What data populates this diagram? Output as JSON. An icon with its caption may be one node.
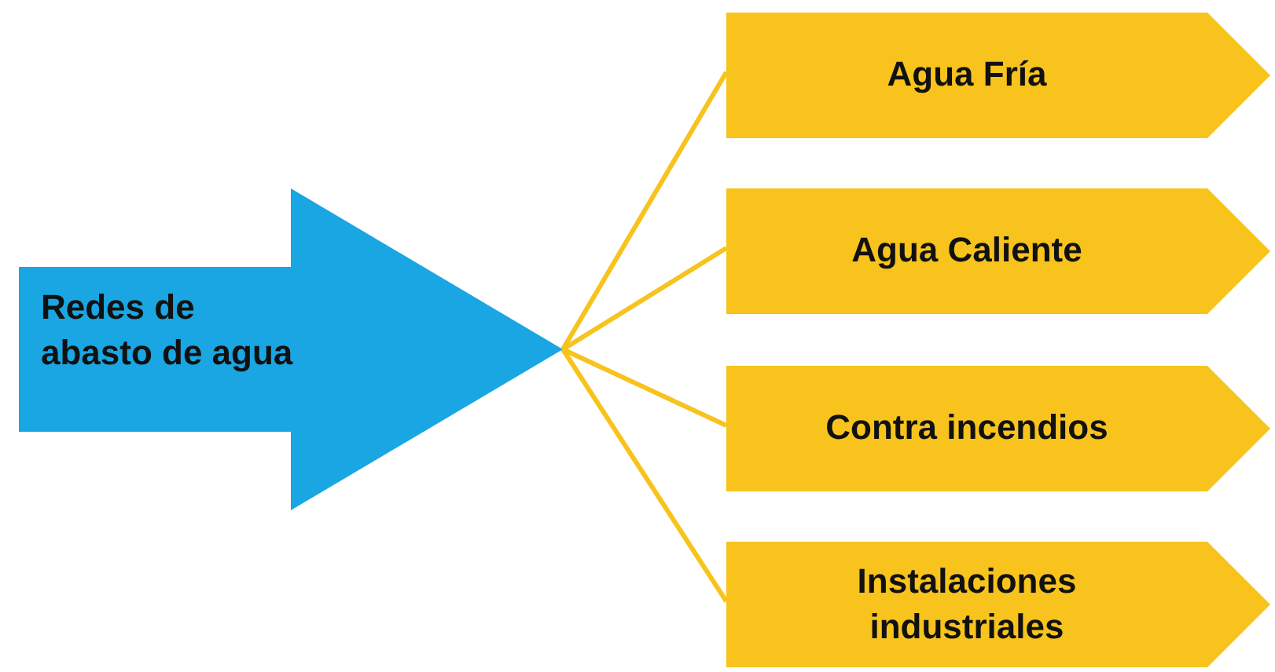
{
  "diagram": {
    "nodes": [
      {
        "text": [
          "Redes de abasto de agua"
        ]
      },
      {
        "text": [
          "Agua Fría"
        ]
      },
      {
        "text": [
          "Agua Caliente"
        ]
      },
      {
        "text": [
          "Contra incendios"
        ]
      },
      {
        "text": [
          "Instalaciones industriales"
        ]
      }
    ],
    "edges": [
      {
        "from": 0,
        "to": 1,
        "arrow": "none"
      },
      {
        "from": 0,
        "to": 2,
        "arrow": "none"
      },
      {
        "from": 0,
        "to": 3,
        "arrow": "none"
      },
      {
        "from": 0,
        "to": 4,
        "arrow": "none"
      }
    ]
  }
}
